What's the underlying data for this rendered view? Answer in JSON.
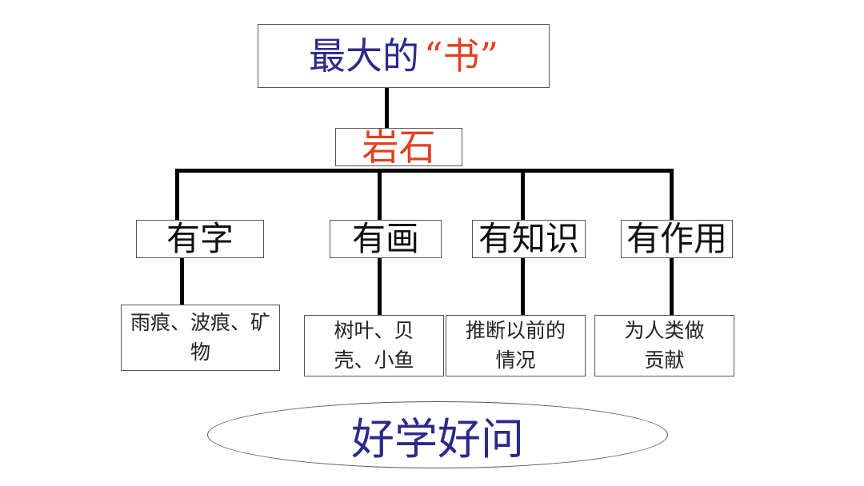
{
  "title": {
    "main": "最大的",
    "book": "“书”"
  },
  "root": {
    "label": "岩石"
  },
  "categories": [
    {
      "label": "有字",
      "detail": "雨痕、波痕、矿物"
    },
    {
      "label": "有画",
      "detail": "树叶、贝壳、小鱼"
    },
    {
      "label": "有知识",
      "detail": "推断以前的情况"
    },
    {
      "label": "有作用",
      "detail": "为人类做贡献"
    }
  ],
  "conclusion": {
    "label": "好学好问"
  },
  "colors": {
    "blue_text": "#2b2a8a",
    "red_text": "#e2401f"
  }
}
